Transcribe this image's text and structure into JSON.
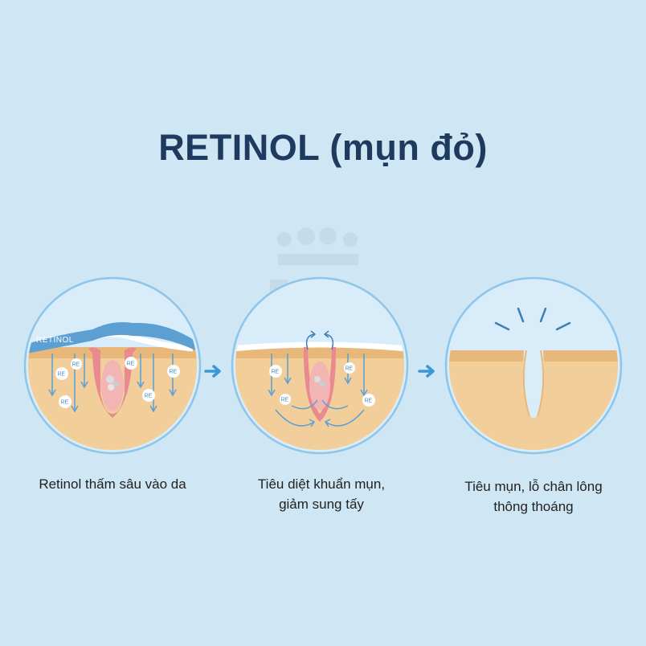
{
  "title": "RETINOL (mụn đỏ)",
  "steps": [
    {
      "caption": "Retinol thấm sâu vào da"
    },
    {
      "caption": "Tiêu diệt khuẩn mụn,\ngiảm sung tấy"
    },
    {
      "caption": "Tiêu mụn, lỗ chân lông\nthông thoáng"
    }
  ],
  "labels": {
    "retinol": "RETINOL",
    "re": "RE"
  },
  "icons": {
    "arrow": "arrow-right-icon"
  },
  "colors": {
    "background": "#cfe6f4",
    "title": "#1f3a5f",
    "skin": "#f2cf9a",
    "skin_top": "#e8b87a",
    "pimple": "#e98a90",
    "retinol_layer": "#5b9fd3",
    "arrow": "#3c97d5"
  }
}
